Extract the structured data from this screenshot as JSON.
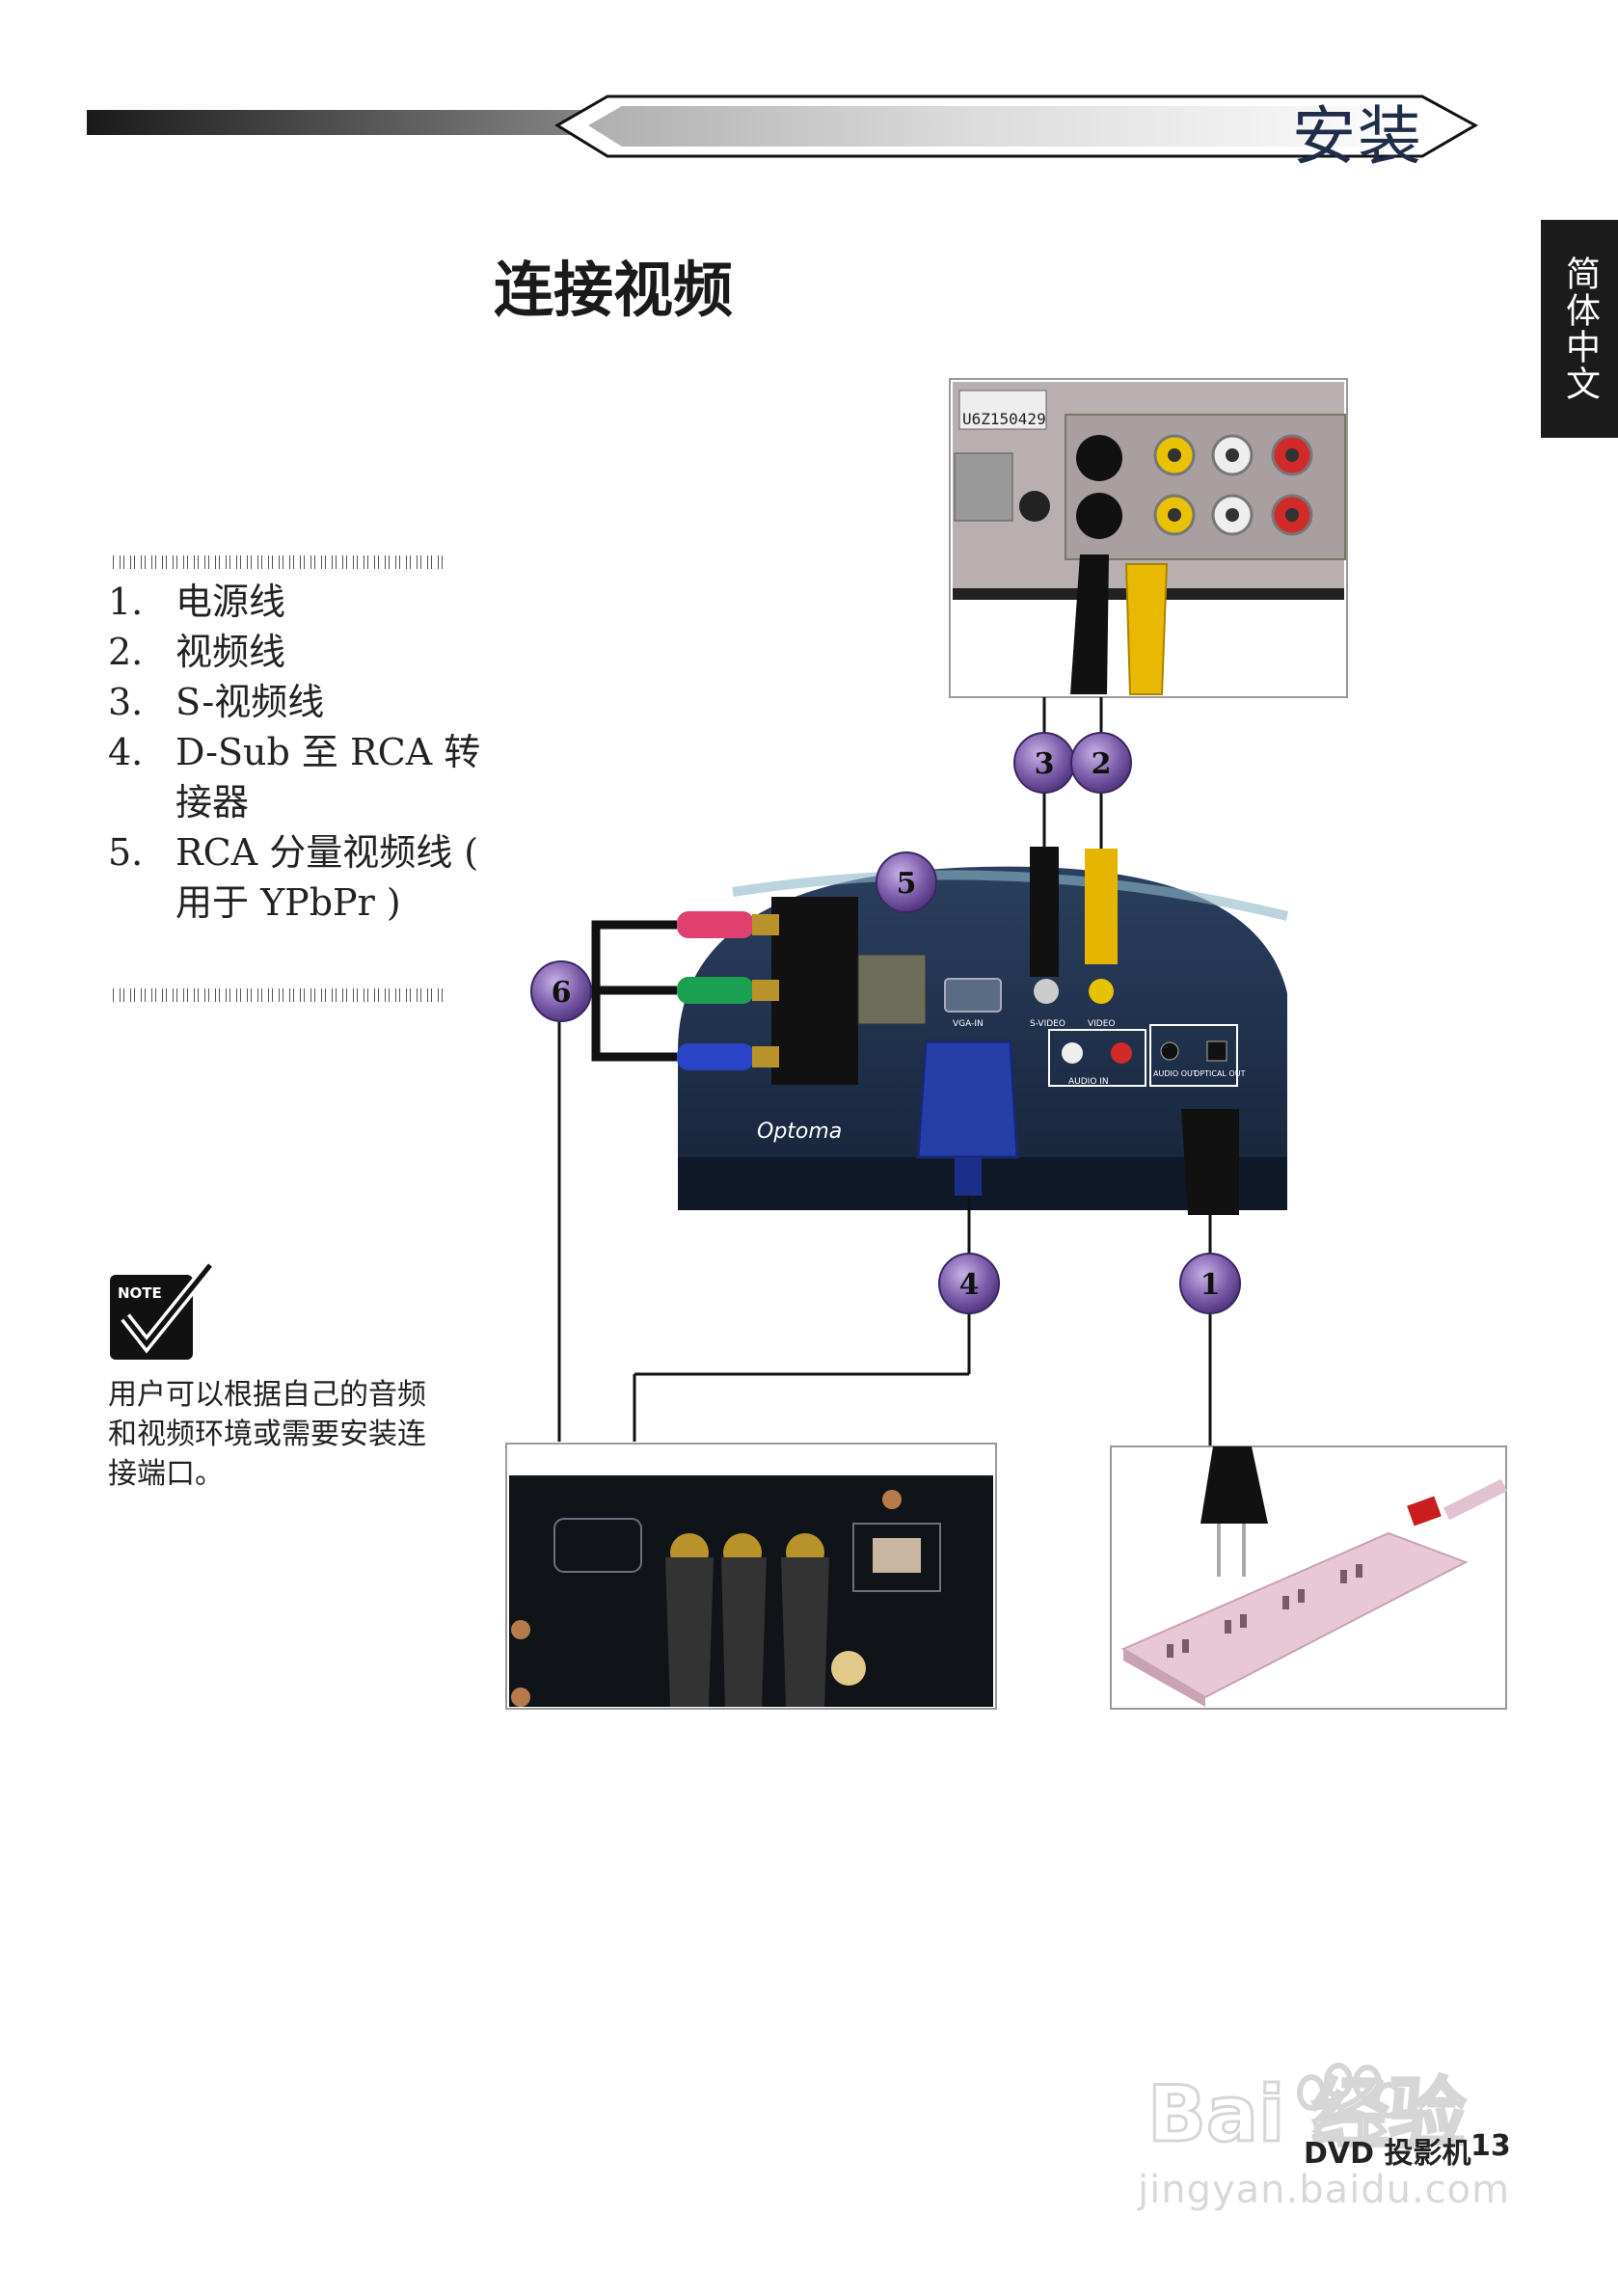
{
  "header": {
    "section_title": "安装"
  },
  "page_heading": "连接视频",
  "language_tab": "简体中文",
  "legend": [
    {
      "num": "1.",
      "text": "电源线"
    },
    {
      "num": "2.",
      "text": "视频线"
    },
    {
      "num": "3.",
      "text": "S-视频线"
    },
    {
      "num": "4.",
      "text": "D-Sub 至 RCA 转接器"
    },
    {
      "num": "5.",
      "text": "RCA 分量视频线 ( 用于 YPbPr )"
    }
  ],
  "note": {
    "icon_label": "NOTE",
    "text": "用户可以根据自己的音频和视频环境或需要安装连接端口。"
  },
  "callouts": [
    "1",
    "2",
    "3",
    "4",
    "5",
    "6"
  ],
  "photo_labels": {
    "projector_brand": "Optoma",
    "vga_port": "VGA-IN",
    "svideo_port": "S-VIDEO",
    "video_port": "VIDEO",
    "audio_in": "AUDIO IN",
    "audio_out": "AUDIO OUT",
    "optical_out": "OPTICAL OUT",
    "dvd_barcode": "U6Z150429"
  },
  "footer": {
    "title": "DVD 投影机",
    "page_number": "13"
  },
  "watermark": {
    "logo": "Bai 经验",
    "url": "jingyan.baidu.com"
  },
  "colors": {
    "callout_fill": "#7a5aa8",
    "header_dark": "#1a1a1a",
    "title_blue": "#1f2d4a"
  }
}
